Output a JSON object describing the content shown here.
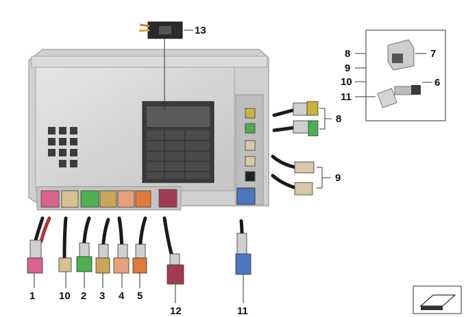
{
  "callouts": {
    "c1": "1",
    "c10": "10",
    "c2": "2",
    "c3": "3",
    "c4": "4",
    "c5": "5",
    "c12": "12",
    "c11": "11",
    "c13": "13",
    "c8_group": "8",
    "c9_group": "9",
    "inset": {
      "c8": "8",
      "c9": "9",
      "c10": "10",
      "c11": "11",
      "c7": "7",
      "c6": "6"
    }
  },
  "colors": {
    "pink": "#d9638f",
    "beige": "#d9c090",
    "green": "#4caf50",
    "ochre": "#c8a65a",
    "peach": "#e7a07a",
    "orange": "#e07a3a",
    "violet": "#a43a52",
    "blue": "#4a78c0",
    "yellow": "#c8b43a"
  }
}
